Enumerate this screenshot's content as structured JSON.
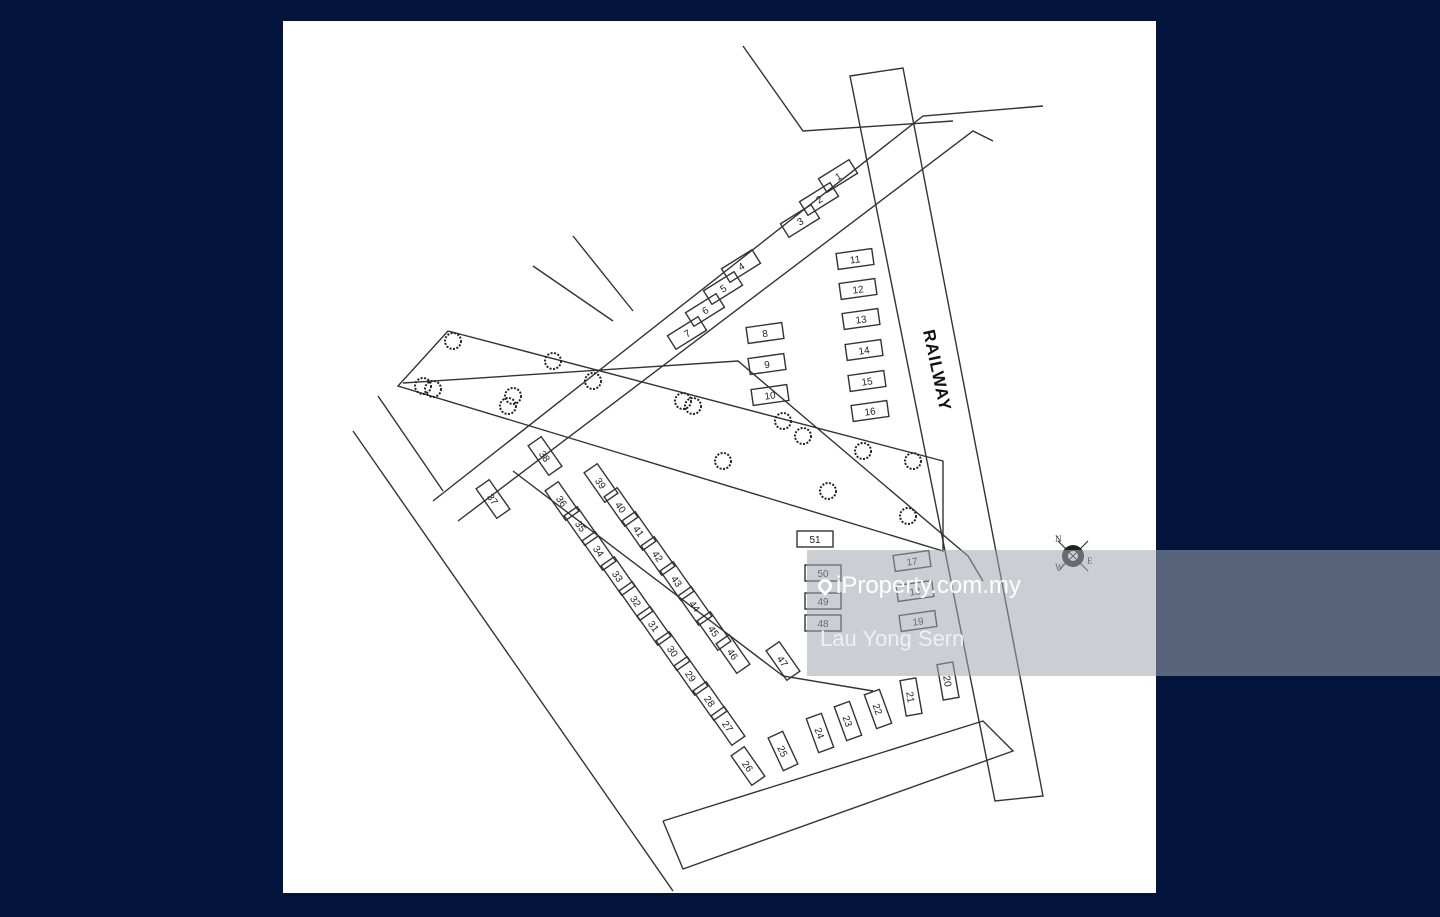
{
  "railway_label": "RAILWAY",
  "compass": {
    "n": "N",
    "e": "E",
    "w": "W"
  },
  "watermark": {
    "brand": "iProperty.com.my",
    "agent": "Lau Yong Sern"
  },
  "lots": [
    "1",
    "2",
    "3",
    "4",
    "5",
    "6",
    "7",
    "8",
    "9",
    "10",
    "11",
    "12",
    "13",
    "14",
    "15",
    "16",
    "17",
    "18",
    "19",
    "20",
    "21",
    "22",
    "23",
    "24",
    "25",
    "26",
    "27",
    "28",
    "29",
    "30",
    "31",
    "32",
    "33",
    "34",
    "35",
    "36",
    "37",
    "38",
    "39",
    "40",
    "41",
    "42",
    "43",
    "44",
    "45",
    "46",
    "47",
    "48",
    "49",
    "50",
    "51"
  ]
}
